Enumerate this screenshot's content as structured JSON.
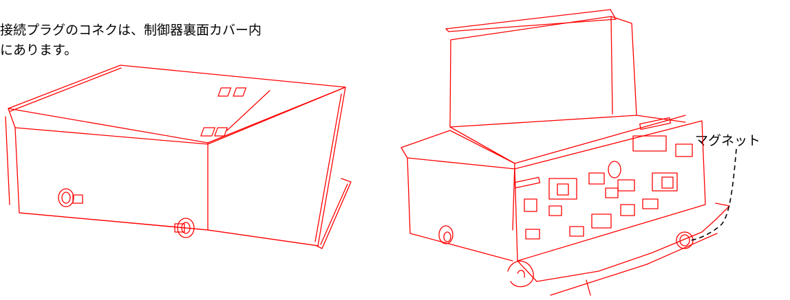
{
  "caption": {
    "line1": "接続プラグのコネクは、制御器裏面カバー内",
    "line2": "にあります。"
  },
  "callout": {
    "magnet": "マグネット"
  },
  "colors": {
    "drawing": "#ff0000",
    "text": "#000000",
    "background": "#ffffff"
  }
}
